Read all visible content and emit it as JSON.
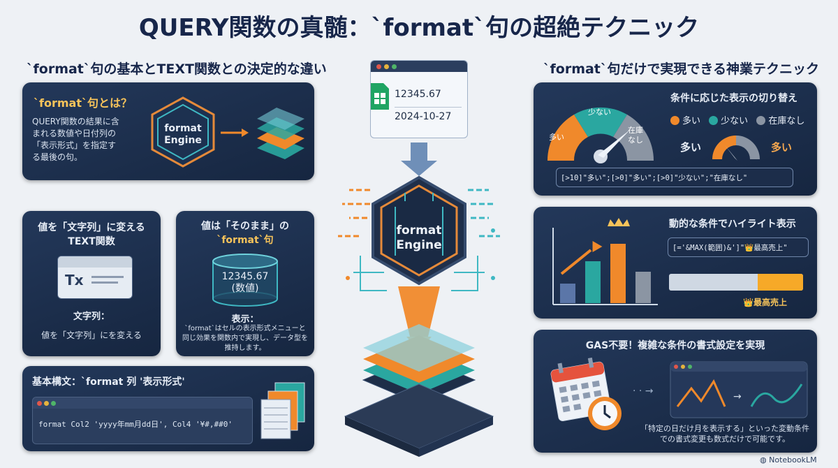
{
  "title": "QUERY関数の真髄：`format`句の超絶テクニック",
  "left": {
    "heading": "`format`句の基本とTEXT関数との決定的な違い",
    "what_card": {
      "title": "`format`句とは？",
      "desc": "QUERY関数の結果に含まれる数値や日付列の「表示形式」を指定する最後の句。",
      "engine_label1": "format",
      "engine_label2": "Engine"
    },
    "text_card": {
      "title1": "値を「文字列」に変える",
      "title2": "TEXT関数",
      "icon_text": "Tx",
      "result_label": "文字列：",
      "result_desc": "値を「文字列」にを変える"
    },
    "format_card": {
      "title1": "値は「そのまま」の",
      "title2": "`format`句",
      "value": "12345.67",
      "value_note": "(数値)",
      "result_label": "表示：",
      "result_desc": "`format`はセルの表示形式メニューと同じ効果を関数内で実現し、データ型を推持します。"
    },
    "syntax_card": {
      "title": "基本構文：`format 列 '表示形式'",
      "code": "format Col2 'yyyy年mm月dd日', Col4 '¥#,##0'"
    }
  },
  "center": {
    "sheet_value1": "12345.67",
    "sheet_value2": "2024-10-27",
    "engine_label1": "format",
    "engine_label2": "Engine"
  },
  "right": {
    "heading": "`format`句だけで実現できる神業テクニック",
    "switch_card": {
      "title": "条件に応じた表示の切り替え",
      "gauge_labels": [
        "多い",
        "少ない",
        "在庫",
        "なし"
      ],
      "legend": [
        {
          "label": "多い",
          "color": "#f0892b"
        },
        {
          "label": "少ない",
          "color": "#2aa7a0"
        },
        {
          "label": "在庫なし",
          "color": "#8b95a3"
        }
      ],
      "mini_left": "多い",
      "mini_right": "多い",
      "code": "[>10]\"多い\";[>0]\"多い\";[>0]\"少ない\";\"在庫なし\""
    },
    "highlight_card": {
      "title": "動的な条件でハイライト表示",
      "code": "[='&MAX(範囲)&']\"👑最高売上\"",
      "bar_values": [
        0.28,
        0.6,
        0.85,
        0.45
      ],
      "progress": 0.74,
      "result": "👑最高売上"
    },
    "gas_card": {
      "title": "GAS不要！複雑な条件の書式設定を実現",
      "desc": "「特定の日だけ月を表示する」といった変動条件での書式変更も数式だけで可能です。"
    }
  },
  "brand": "NotebookLM",
  "colors": {
    "orange": "#f0892b",
    "teal": "#2aa7a0",
    "gray": "#8b95a3",
    "gold": "#f6c35a",
    "navy": "#17264a"
  }
}
